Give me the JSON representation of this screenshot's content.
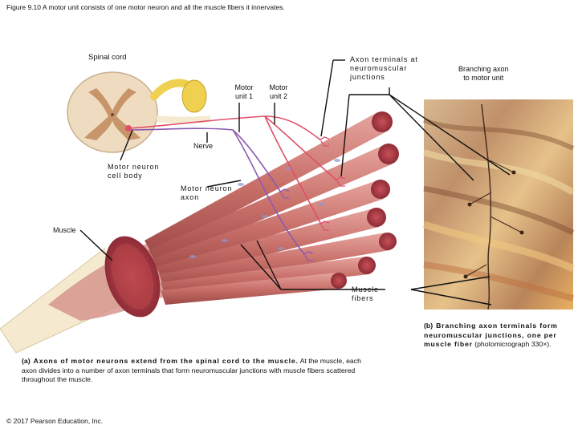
{
  "figure": {
    "title": "Figure 9.10 A motor unit consists of one motor neuron and all the muscle fibers it innervates.",
    "copyright": "© 2017 Pearson Education, Inc."
  },
  "labels": {
    "spinal_cord": "Spinal cord",
    "motor_unit_1": "Motor\nunit 1",
    "motor_unit_2": "Motor\nunit 2",
    "axon_terminals": "Axon terminals at\nneuromuscular\njunctions",
    "branching_axon": "Branching axon\nto motor unit",
    "nerve": "Nerve",
    "motor_neuron_cell_body": "Motor neuron\ncell body",
    "motor_neuron_axon": "Motor neuron\naxon",
    "muscle": "Muscle",
    "muscle_fibers": "Muscle\nfibers"
  },
  "captions": {
    "a_tag": "(a)",
    "a_bold": "Axons of motor neurons extend from the spinal cord to the muscle.",
    "a_text": " At the muscle, each axon divides into a number of axon terminals that form neuromuscular junctions with muscle fibers scattered throughout the muscle.",
    "b_tag": "(b)",
    "b_bold": "Branching axon terminals form neuromuscular junctions, one per muscle fiber",
    "b_text": " (photomicrograph 330×)."
  },
  "colors": {
    "muscle": "#c9706a",
    "muscle_dark": "#a84d4a",
    "fiber_end": "#b8444a",
    "nerve_red": "#e0506a",
    "nerve_purple": "#8a5ab0",
    "ganglion": "#f0d050",
    "tendon": "#f5ead0",
    "spinal_cord": "#efdcc0"
  }
}
